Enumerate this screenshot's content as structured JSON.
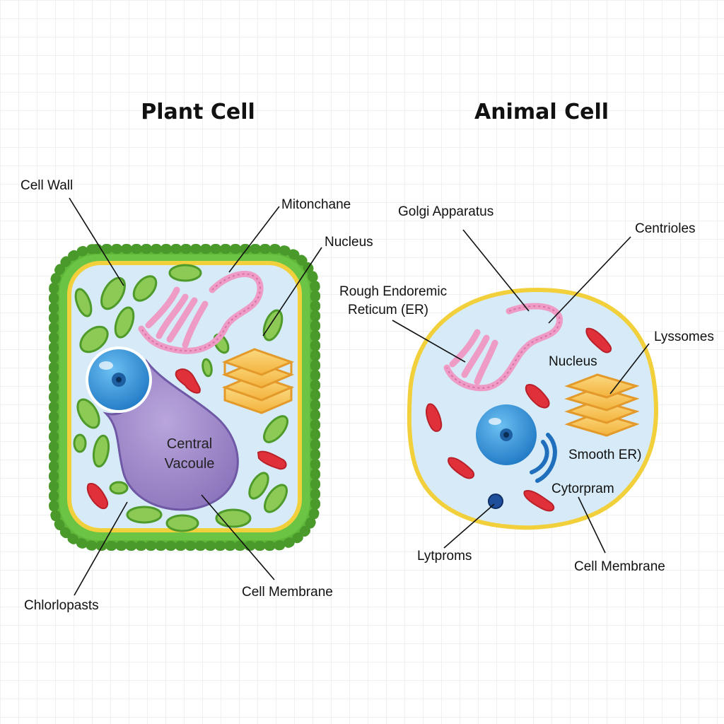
{
  "plant": {
    "title": "Plant Cell",
    "labels": {
      "cell_wall": "Cell Wall",
      "mitochondria": "Mitonchane",
      "nucleus": "Nucleus",
      "chloroplasts": "Chlorlopasts",
      "cell_membrane": "Cell Membrane"
    },
    "vacuole_line1": "Central",
    "vacuole_line2": "Vacoule"
  },
  "animal": {
    "title": "Animal Cell",
    "labels": {
      "golgi": "Golgi Apparatus",
      "centrioles": "Centrioles",
      "rough_er_line1": "Rough Endoremic",
      "rough_er_line2": "Reticum (ER)",
      "lysosomes": "Lyssomes",
      "nucleus": "Nucleus",
      "smooth_er": "Smooth ER)",
      "cytoplasm": "Cytorpram",
      "lytproms": "Lytproms",
      "cell_membrane": "Cell Membrane"
    }
  },
  "colors": {
    "cell_wall": "#5fb83a",
    "membrane": "#f2d03b",
    "cytoplasm": "#d6ebf7",
    "chloroplast": "#8cc955",
    "vacuole": "#9a83c7",
    "nucleus": "#2f8fd6",
    "golgi": "#ee9cc6",
    "er_stack": "#f7c24f",
    "lysosome": "#e0303a"
  }
}
